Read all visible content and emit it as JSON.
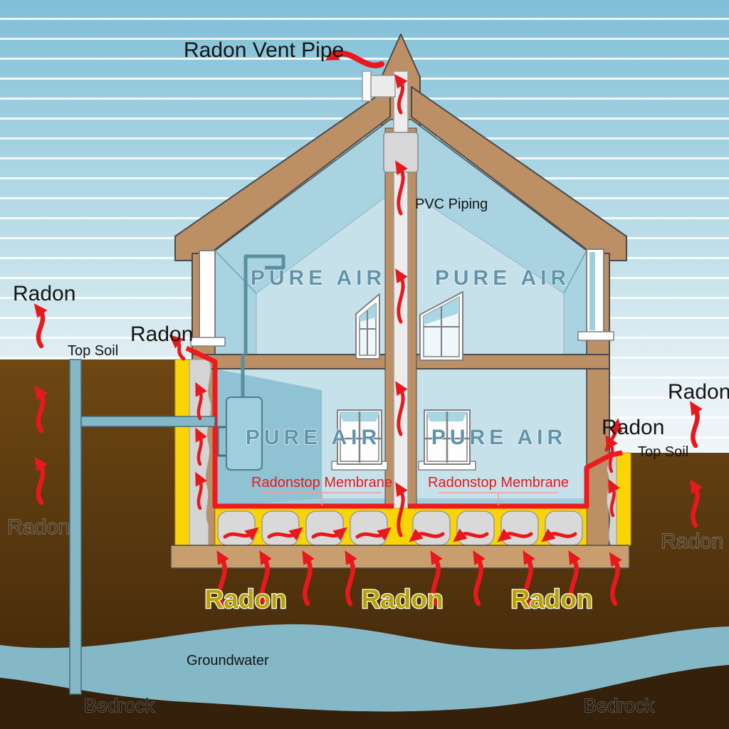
{
  "diagram": {
    "type": "cutaway-illustration",
    "subject": "Radon mitigation system in a two-story house cross-section with sub-slab depressurization vent pipe",
    "label_counts": {
      "radon": 9,
      "pure_air": 4,
      "radonstop_membrane": 2,
      "top_soil": 2,
      "bedrock": 2,
      "radon_vent_pipe": 1,
      "pvc_piping": 1,
      "groundwater": 1
    }
  },
  "labels": {
    "radon_vent_pipe": "Radon Vent Pipe",
    "pvc_piping": "PVC Piping",
    "pure_air": "PURE AIR",
    "radon": "Radon",
    "top_soil": "Top Soil",
    "radonstop_membrane": "Radonstop Membrane",
    "groundwater": "Groundwater",
    "bedrock": "Bedrock"
  },
  "colors": {
    "sky_top": "#7fbfd6",
    "sky_bottom": "#f4f8fa",
    "sky_stripe": "#ffffff",
    "topsoil_brown": "#6f4813",
    "deep_soil_brown": "#3e250a",
    "bedrock_brown": "#35210b",
    "groundwater_blue": "#85b8c6",
    "wall_wood": "#bc8f65",
    "interior_blue": "#a9d3e0",
    "interior_light_blue": "#c6e1ea",
    "insulation_yellow": "#f9d505",
    "membrane_red": "#ee1b1e",
    "arrow_red": "#e8181c",
    "pvc_pipe_gray": "#ececec",
    "dome_gray": "#d9d9d9",
    "footing_tan": "#c89e6f",
    "water_pipe_blue": "#85b8c6",
    "pure_air_text": "#6094a9",
    "radon_bottom_text": "#b4a206"
  }
}
